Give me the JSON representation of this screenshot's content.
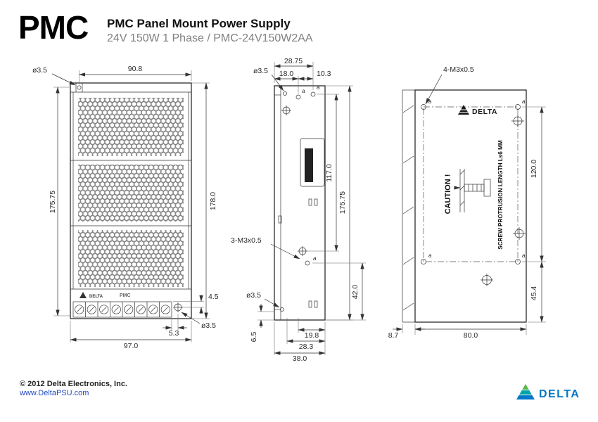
{
  "header": {
    "logo": "PMC",
    "title": "PMC Panel Mount Power Supply",
    "subtitle": "24V 150W 1 Phase / PMC-24V150W2AA"
  },
  "front_view": {
    "hole_top": "ø3.5",
    "width_top": "90.8",
    "height_left": "175.75",
    "height_right": "178.0",
    "terminal_offset": "4.5",
    "hole_offset": "5.3",
    "hole_bottom": "ø3.5",
    "width_bottom": "97.0",
    "brand": "DELTA",
    "model": "PMC"
  },
  "side_view": {
    "width_top": "28.75",
    "seg_a": "18.0",
    "seg_b": "10.3",
    "hole_top": "ø3.5",
    "height_inner": "117.0",
    "height_total": "175.75",
    "thread": "3-M3x0.5",
    "hole_bottom": "ø3.5",
    "height_bottom": "42.0",
    "flange": "6.5",
    "w1": "19.8",
    "w2": "28.3",
    "w3": "38.0",
    "hole_label": "a"
  },
  "rear_view": {
    "thread": "4-M3x0.5",
    "brand": "DELTA",
    "caution": "CAUTION !",
    "screw_note": "SCREW PROTRUSION LENGTH  L≤6 MM",
    "height_top": "120.0",
    "height_bottom": "45.4",
    "flange_width": "8.7",
    "width": "80.0",
    "hole_label": "a"
  },
  "footer": {
    "copyright": "© 2012 Delta Electronics, Inc.",
    "website": "www.DeltaPSU.com",
    "brand": "DELTA"
  }
}
